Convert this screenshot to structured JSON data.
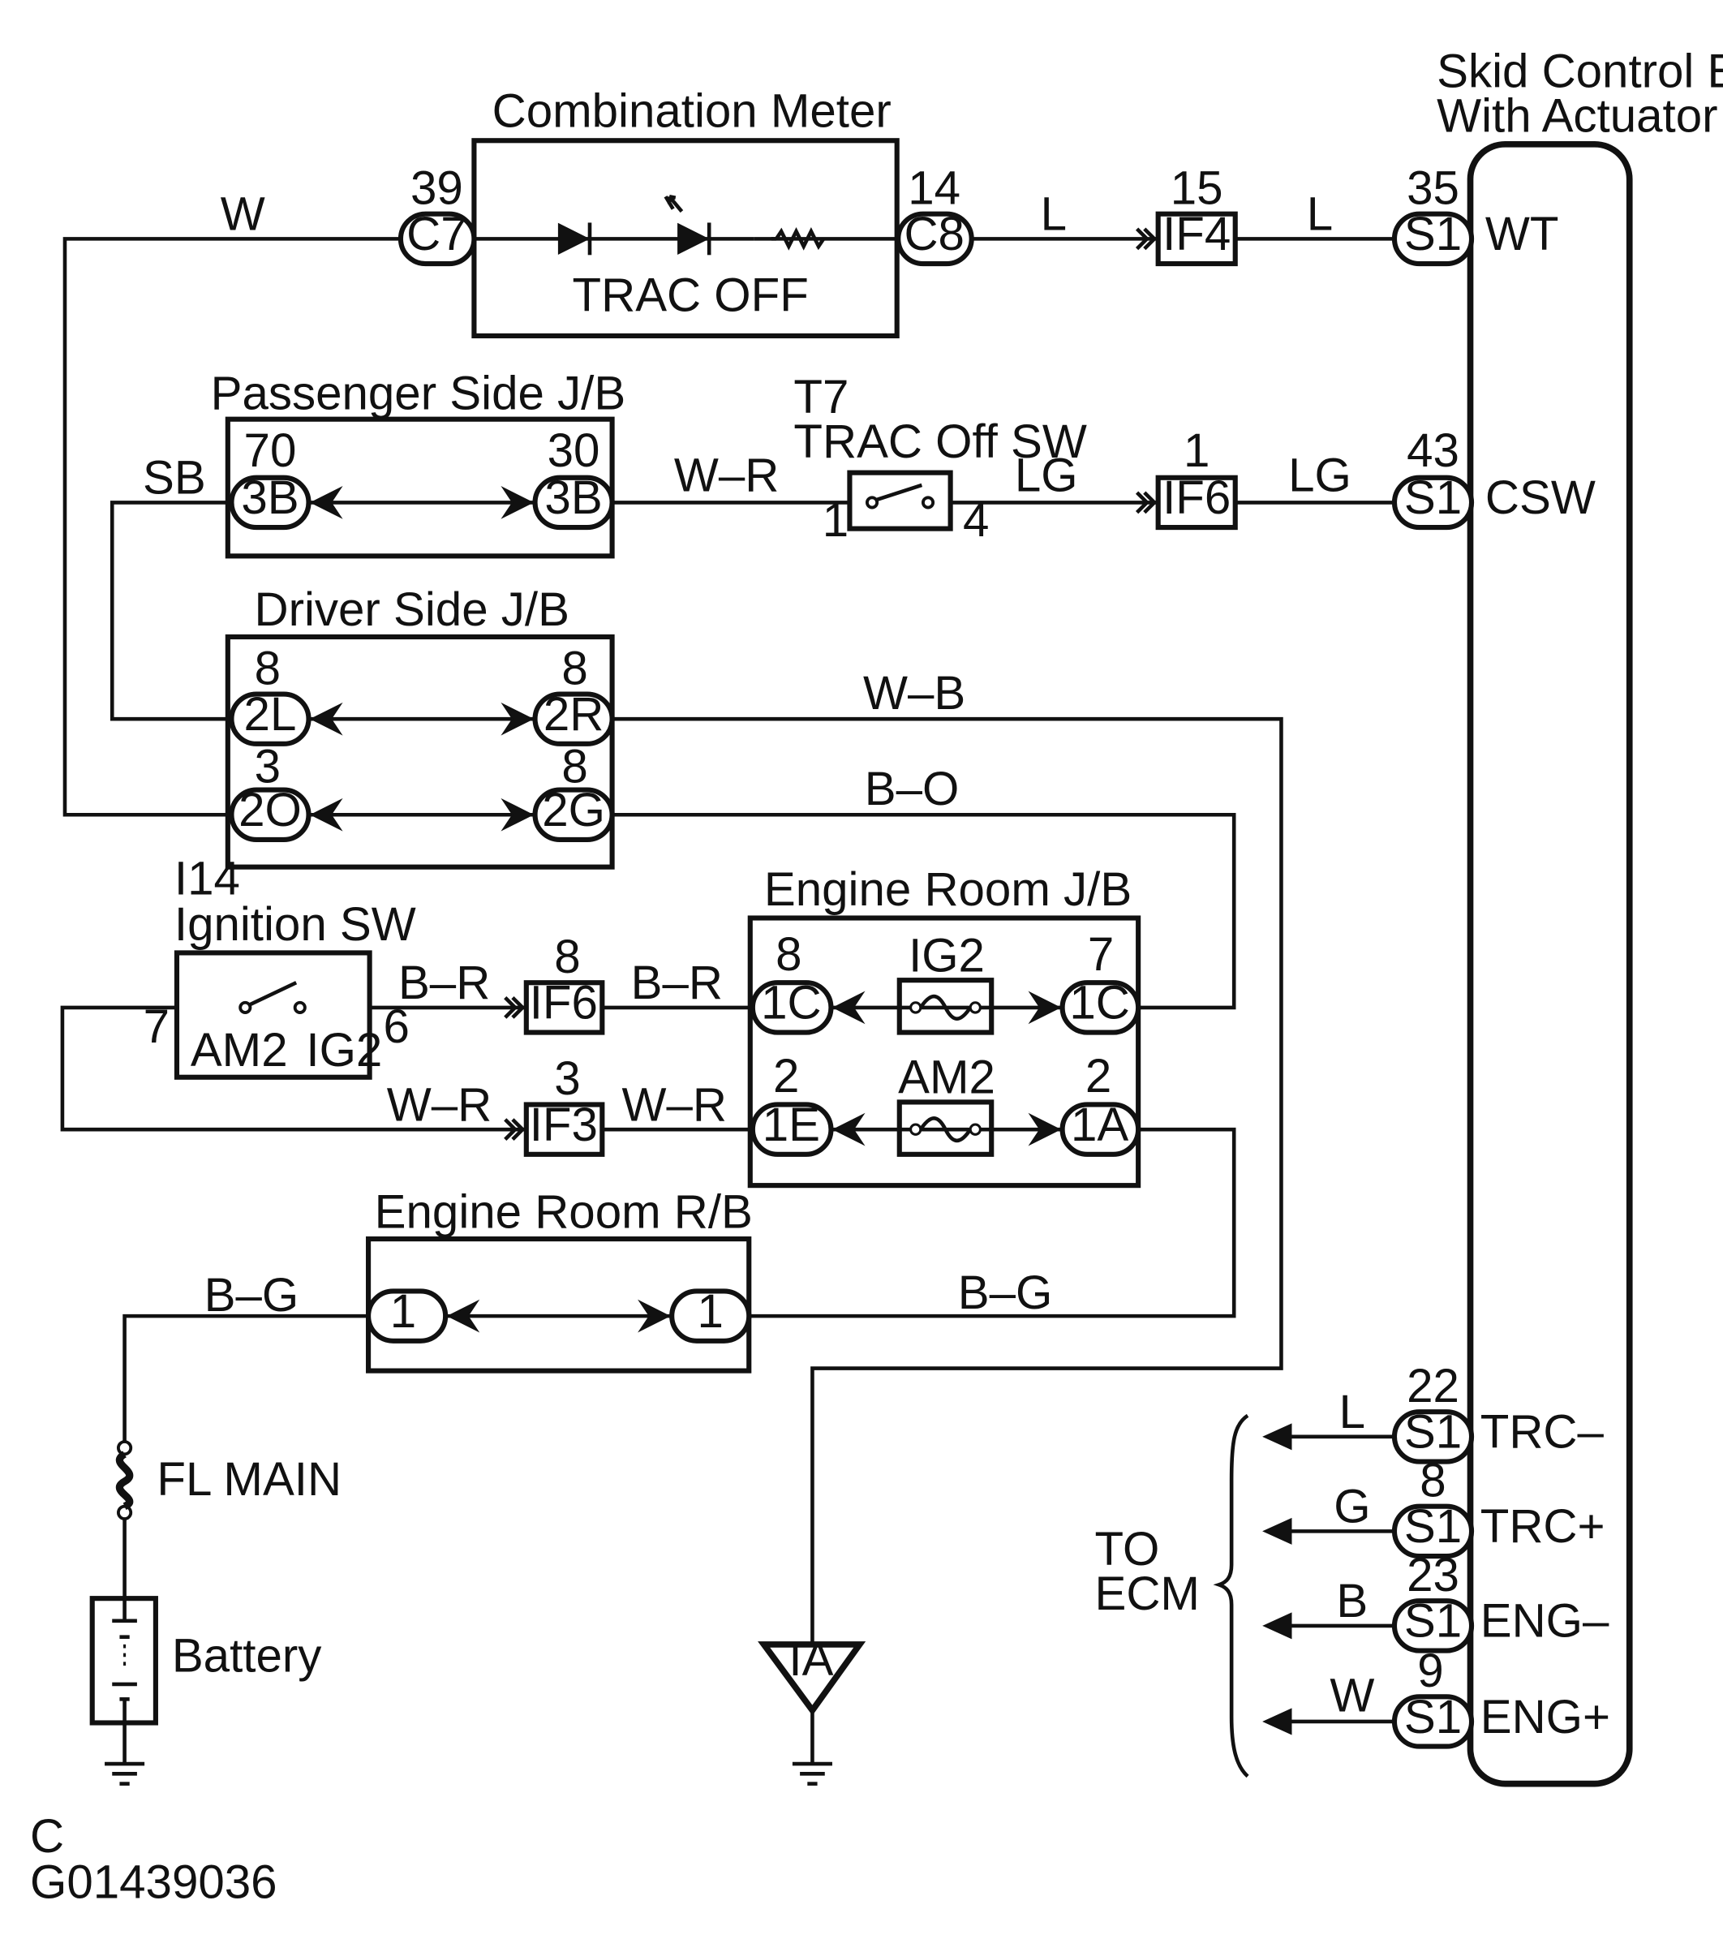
{
  "components": {
    "combination_meter": "Combination Meter",
    "trac_off_lamp": "TRAC OFF",
    "skid_ecu_line1": "Skid Control ECU",
    "skid_ecu_line2": "With Actuator",
    "passenger_jb": "Passenger Side J/B",
    "driver_jb": "Driver Side J/B",
    "trac_sw_id": "T7",
    "trac_sw": "TRAC Off SW",
    "ignition_id": "I14",
    "ignition_sw": "Ignition SW",
    "engine_room_jb": "Engine Room J/B",
    "engine_room_rb": "Engine Room R/B",
    "fl_main": "FL MAIN",
    "battery": "Battery",
    "to_ecm_1": "TO",
    "to_ecm_2": "ECM",
    "ground_ia": "IA",
    "ig2_fuse": "IG2",
    "am2_fuse": "AM2",
    "ign_am2": "AM2",
    "ign_ig2": "IG2"
  },
  "connectors": {
    "c7": {
      "code": "C7",
      "pin": "39"
    },
    "c8": {
      "code": "C8",
      "pin": "14"
    },
    "if4": {
      "code": "IF4",
      "pin": "15"
    },
    "s1_wt": {
      "code": "S1",
      "pin": "35",
      "signal": "WT"
    },
    "pj_3b_left": {
      "code": "3B",
      "pin": "70"
    },
    "pj_3b_right": {
      "code": "3B",
      "pin": "30"
    },
    "if6_top": {
      "code": "IF6",
      "pin": "1"
    },
    "s1_csw": {
      "code": "S1",
      "pin": "43",
      "signal": "CSW"
    },
    "dj_2l": {
      "code": "2L",
      "pin": "8"
    },
    "dj_2r": {
      "code": "2R",
      "pin": "8"
    },
    "dj_2o": {
      "code": "2O",
      "pin": "3"
    },
    "dj_2g": {
      "code": "2G",
      "pin": "8"
    },
    "if6_mid": {
      "code": "IF6",
      "pin": "8"
    },
    "if3": {
      "code": "IF3",
      "pin": "3"
    },
    "er_1c_left": {
      "code": "1C",
      "pin": "8"
    },
    "er_1c_right": {
      "code": "1C",
      "pin": "7"
    },
    "er_1e": {
      "code": "1E",
      "pin": "2"
    },
    "er_1a": {
      "code": "1A",
      "pin": "2"
    },
    "rb_left": {
      "code": "1"
    },
    "rb_right": {
      "code": "1"
    },
    "s1_trcm": {
      "code": "S1",
      "pin": "22",
      "signal": "TRC–"
    },
    "s1_trcp": {
      "code": "S1",
      "pin": "8",
      "signal": "TRC+"
    },
    "s1_engm": {
      "code": "S1",
      "pin": "23",
      "signal": "ENG–"
    },
    "s1_engp": {
      "code": "S1",
      "pin": "9",
      "signal": "ENG+"
    }
  },
  "pins": {
    "trac_sw_1": "1",
    "trac_sw_4": "4",
    "ign_7": "7",
    "ign_6": "6"
  },
  "wires": {
    "w_top": "W",
    "l_1": "L",
    "l_2": "L",
    "sb": "SB",
    "wr_top": "W–R",
    "lg_1": "LG",
    "lg_2": "LG",
    "wb": "W–B",
    "bo": "B–O",
    "br_1": "B–R",
    "br_2": "B–R",
    "wr_1": "W–R",
    "wr_2": "W–R",
    "bg_1": "B–G",
    "bg_2": "B–G",
    "ecm_l": "L",
    "ecm_g": "G",
    "ecm_b": "B",
    "ecm_w": "W"
  },
  "footer": {
    "section": "C",
    "figure_id": "G01439036"
  }
}
